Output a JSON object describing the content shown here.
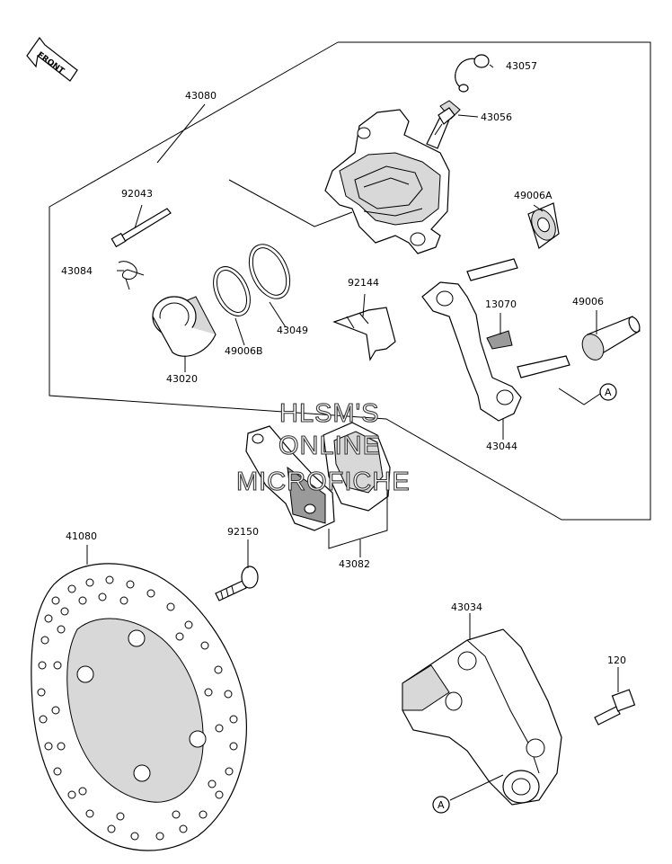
{
  "orientation": {
    "front_label": "FRONT"
  },
  "parts": {
    "p43080": "43080",
    "p43057": "43057",
    "p43056": "43056",
    "p92043": "92043",
    "p49006A": "49006A",
    "p43084": "43084",
    "p92144": "92144",
    "p13070": "13070",
    "p49006": "49006",
    "p43049": "43049",
    "p49006B": "49006B",
    "p43020": "43020",
    "p43044": "43044",
    "p43082": "43082",
    "p41080": "41080",
    "p92150": "92150",
    "p43034": "43034",
    "p120": "120"
  },
  "reference_markers": {
    "a1": "A",
    "a2": "A"
  },
  "watermark": {
    "line1": "HLSM'S",
    "line2": "ONLINE",
    "line3": "MICROFICHE"
  }
}
